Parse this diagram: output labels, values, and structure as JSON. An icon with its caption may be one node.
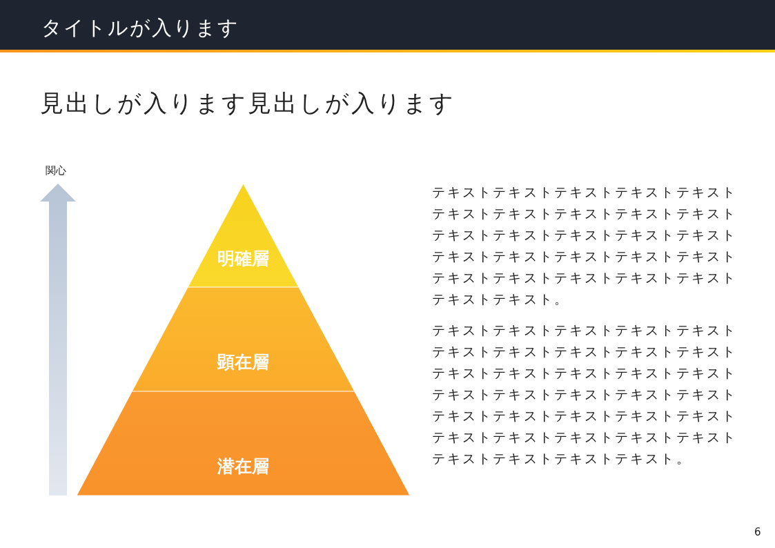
{
  "diagram": {
    "title": "タイトルが入ります",
    "nodes": [
      {
        "text": [
          "明確層"
        ]
      },
      {
        "text": [
          "顕在層"
        ]
      },
      {
        "text": [
          "潜在層"
        ]
      }
    ],
    "edges": [],
    "labels": [
      "見出しが入ります見出しが入ります",
      "関心",
      "テキストテキストテキストテキストテキストテキストテキストテキストテキストテキストテキストテキストテキストテキストテキストテキストテキストテキストテキストテキストテキストテキストテキストテキストテキストテキストテキスト。",
      "テキストテキストテキストテキストテキストテキストテキストテキストテキストテキストテキストテキストテキストテキストテキストテキストテキストテキストテキストテキストテキストテキストテキストテキストテキストテキストテキストテキストテキストテキストテキストテキストテキストテキスト。",
      "6"
    ]
  }
}
